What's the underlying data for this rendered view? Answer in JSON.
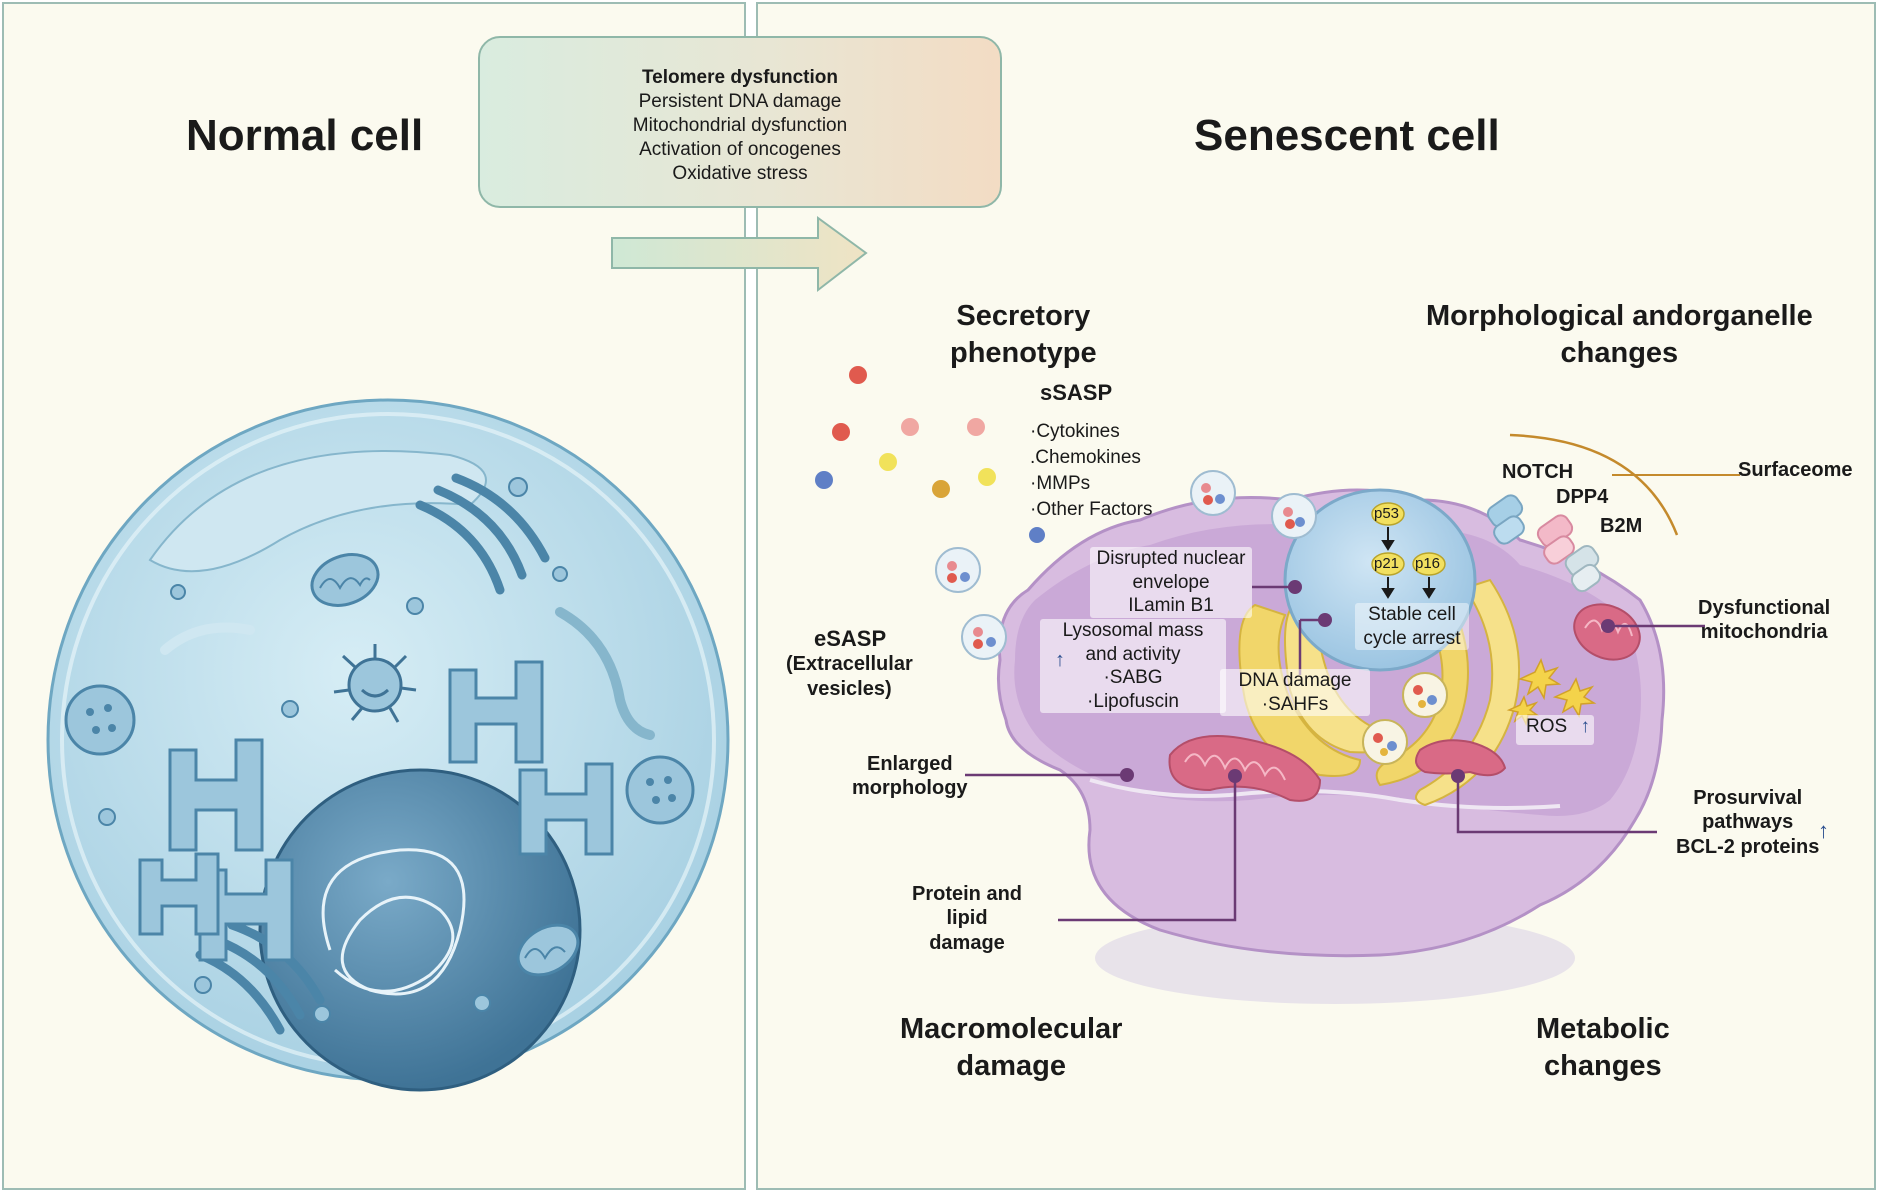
{
  "titles": {
    "normal_cell": "Normal cell",
    "senescent_cell": "Senescent cell"
  },
  "triggers": [
    "Telomere dysfunction",
    "Persistent DNA damage",
    "Mitochondrial dysfunction",
    "Activation of oncogenes",
    "Oxidative stress"
  ],
  "sections": {
    "secretory": "Secretory\nphenotype",
    "morphological": "Morphological andorganelle\nchanges",
    "macromolecular": "Macromolecular\ndamage",
    "metabolic": "Metabolic\nchanges"
  },
  "ssasp": {
    "title": "sSASP",
    "items": [
      "·Cytokines",
      ".Chemokines",
      "·MMPs",
      "·Other Factors"
    ]
  },
  "esasp": {
    "title": "eSASP",
    "subtitle": "(Extracellular\nvesicles)"
  },
  "labels": {
    "nuclear": "Disrupted nuclear\nenvelope\nILamin B1",
    "lysosomal": "Lysosomal mass\nand activity\n·SABG\n·Lipofuscin",
    "lysosomal_arrow": "↑",
    "dna_damage": "DNA damage\n·SAHFs",
    "cycle_arrest": "Stable cell\ncycle arrest",
    "p53": "p53",
    "p21": "p21",
    "p16": "p16",
    "ros": "ROS",
    "ros_arrow": "↑",
    "notch": "NOTCH",
    "dpp4": "DPP4",
    "b2m": "B2M",
    "surfaceome": "Surfaceome",
    "dys_mito": "Dysfunctional\nmitochondria",
    "enlarged": "Enlarged\nmorphology",
    "protein_lipid": "Protein and\nlipid\ndamage",
    "prosurvival": "Prosurvival\npathways\nBCL-2 proteins",
    "prosurvival_arrow": "↑"
  },
  "colors": {
    "panel_bg": "#fbfaef",
    "panel_border": "#9dbcb4",
    "cell_blue": "#c4e2ee",
    "nucleus_blue": "#5f93b3",
    "organelle_blue": "#9cc6dc",
    "senescent_purple": "#d8bce0",
    "senescent_dark": "#b88fca",
    "nucleus_light": "#b9d8ec",
    "golgi_yellow": "#f1d66a",
    "mito_pink": "#d96a86",
    "leader_line": "#6b3a74",
    "arrow_green": "#d8ecd6"
  }
}
